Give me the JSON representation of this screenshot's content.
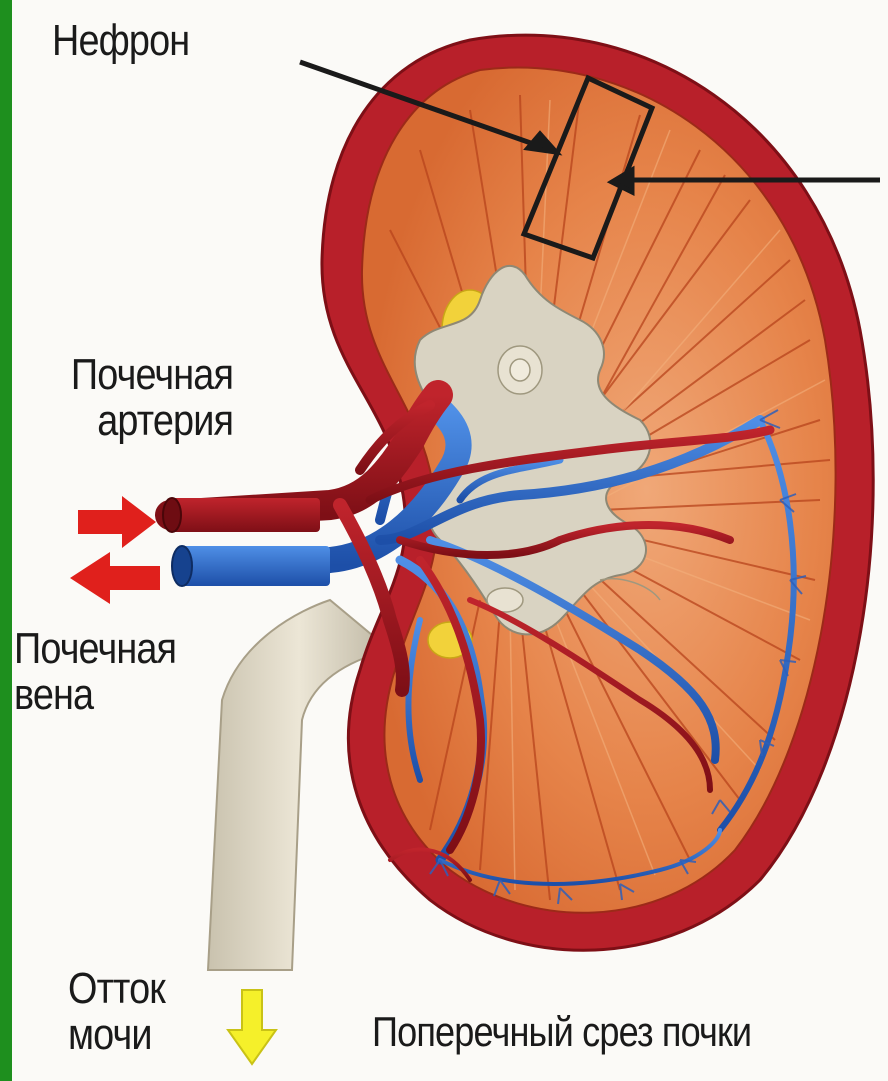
{
  "labels": {
    "nephron": "Нефрон",
    "artery_line1": "Почечная",
    "artery_line2": "артерия",
    "vein_line1": "Почечная",
    "vein_line2": "вена",
    "outflow_line1": "Отток",
    "outflow_line2": "мочи",
    "caption": "Поперечный срез почки"
  },
  "colors": {
    "capsule": "#b8202a",
    "cortex": "#e8894e",
    "medulla_rays": "#c95a2a",
    "artery": "#a3141d",
    "vein": "#2f6fd0",
    "pelvis": "#d9d3c2",
    "fat": "#f2d23a",
    "arrow_red": "#e0201c",
    "arrow_yellow": "#f5f02a",
    "green_border": "#1e8f1e"
  }
}
